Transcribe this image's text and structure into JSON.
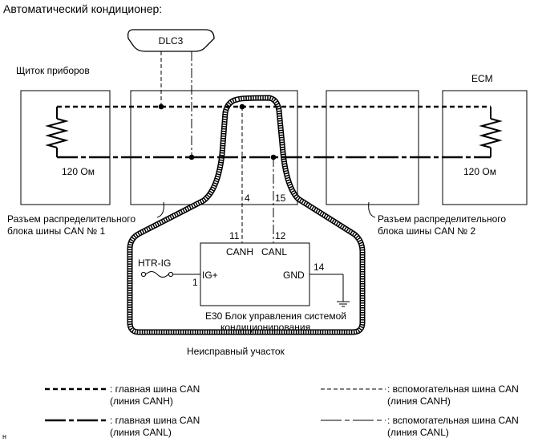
{
  "title": "Автоматический кондиционер:",
  "dlc3": "DLC3",
  "instrument_panel": "Щиток приборов",
  "ecm": "ECM",
  "resistor_left": "120 Ом",
  "resistor_right": "120 Ом",
  "pins": {
    "canh_junction": "4",
    "canl_junction": "15",
    "canh_ecu": "11",
    "canl_ecu": "12",
    "ig_pin": "1",
    "gnd_pin": "14"
  },
  "junction1": {
    "line1": "Разъем распределительного",
    "line2": "блока шины CAN № 1"
  },
  "junction2": {
    "line1": "Разъем распределительного",
    "line2": "блока шины CAN № 2"
  },
  "ecu": {
    "canh": "CANH",
    "canl": "CANL",
    "igp": "IG+",
    "gnd": "GND",
    "name_line1": "E30 Блок управления системой",
    "name_line2": "кондиционирования"
  },
  "htr_ig": "HTR-IG",
  "faulty_area": "Неисправный участок",
  "legend": {
    "main_canh": {
      "line1": ": главная шина CAN",
      "line2": "(линия CANH)"
    },
    "main_canl": {
      "line1": ": главная шина CAN",
      "line2": "(линия CANL)"
    },
    "sub_canh": {
      "line1": ": вспомогательная шина CAN",
      "line2": "(линия CANH)"
    },
    "sub_canl": {
      "line1": ": вспомогательная шина CAN",
      "line2": "(линия CANL)"
    }
  },
  "corner_mark": "н"
}
